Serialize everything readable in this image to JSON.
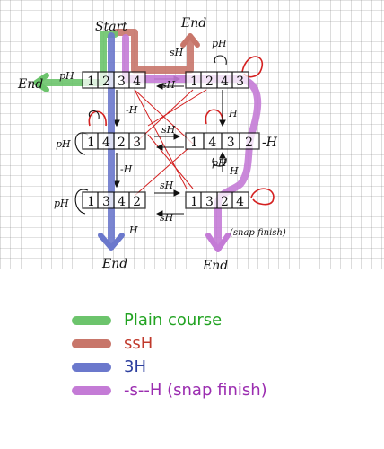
{
  "diagram": {
    "boxes": {
      "r1_left": "1234",
      "r1_right": "1243",
      "r2_left": "1423",
      "r2_right": "1432",
      "r3_left": "1342",
      "r3_right": "1324"
    },
    "labels": {
      "start": "Start",
      "end_top_right": "End",
      "end_left": "End",
      "end_bottom_left": "End",
      "end_bottom_right": "End",
      "snap_finish": "(snap finish)",
      "sH_top": "sH",
      "pH_top_right": "pH",
      "pH_r1_left": "pH",
      "sH_r1_mid": "sH",
      "H_r1_left": "-H",
      "H_r1_right": "H",
      "pH_r2_left": "pH",
      "sH_r2_mid": "sH",
      "H_r2_right": "-H",
      "pH_r2_right": "pH",
      "H_r2_left": "-H",
      "H_r2_right_below": "H",
      "pH_r3_left": "pH",
      "sH_r3_upper": "sH",
      "sH_r3_lower": "sH",
      "H_bottom": "H"
    }
  },
  "legend": [
    {
      "label": "Plain course",
      "color": "#6cc46c",
      "text_color": "#22a322"
    },
    {
      "label": "ssH",
      "color": "#c8766a",
      "text_color": "#c0392b"
    },
    {
      "label": "3H",
      "color": "#6b78cc",
      "text_color": "#2c3e9e"
    },
    {
      "label": "-s--H (snap finish)",
      "color": "#c47bd6",
      "text_color": "#9b2db0"
    }
  ]
}
